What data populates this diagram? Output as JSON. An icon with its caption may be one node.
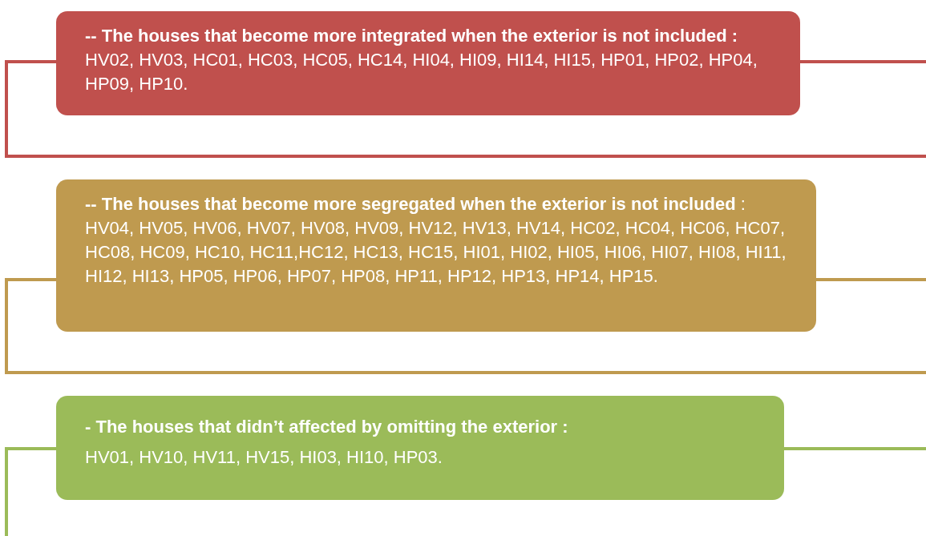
{
  "diagram": {
    "nodes": [
      {
        "text": [
          "**-- The houses that become more integrated when the exterior is not included :** HV02, HV03, HC01, HC03, HC05, HC14, HI04, HI09, HI14, HI15, HP01, HP02, HP04, HP09, HP10."
        ]
      },
      {
        "text": [
          "**-- The houses that become more segregated when the exterior is not included** : HV04, HV05, HV06, HV07, HV08, HV09, HV12, HV13, HV14, HC02, HC04, HC06, HC07, HC08, HC09, HC10, HC11,HC12, HC13, HC15, HI01, HI02, HI05, HI06, HI07, HI08, HI11, HI12, HI13, HP05, HP06, HP07, HP08, HP11, HP12, HP13, HP14, HP15."
        ]
      },
      {
        "text": [
          "- The houses that didn’t affected by omitting the exterior :",
          "HV01, HV10, HV11, HV15, HI03, HI10, HP03."
        ]
      }
    ]
  }
}
